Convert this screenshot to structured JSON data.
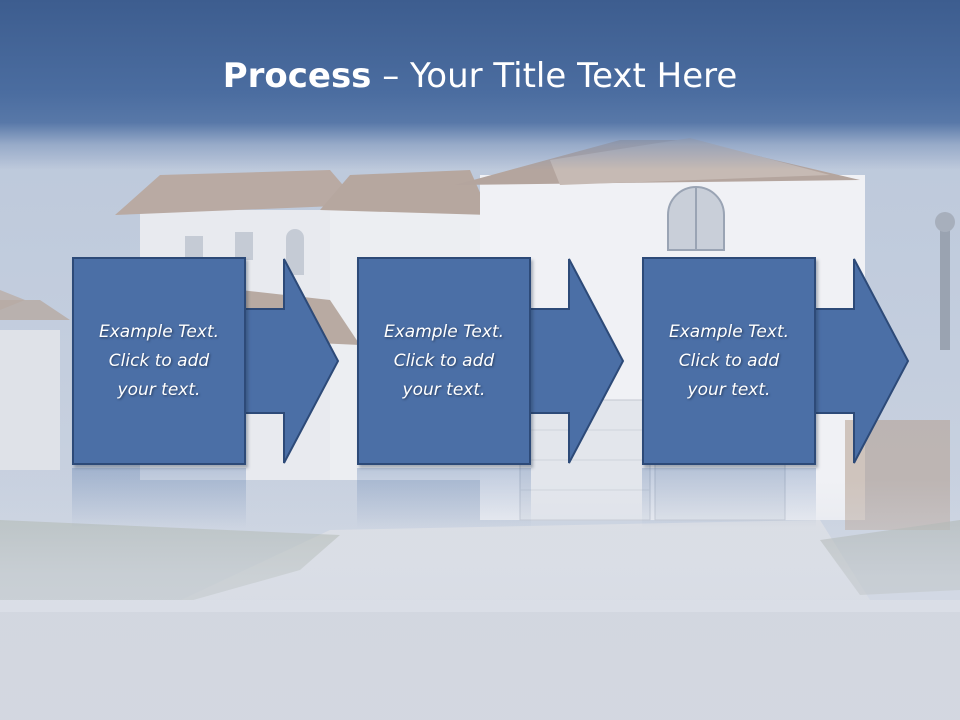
{
  "slide": {
    "title_bold": "Process",
    "title_rest": " – Your Title Text Here",
    "steps": [
      {
        "text": "Example Text.\nClick  to add\nyour text."
      },
      {
        "text": "Example Text.\nClick  to add\nyour text."
      },
      {
        "text": "Example Text.\nClick  to add\nyour text."
      }
    ]
  },
  "colors": {
    "header": "#3d5d8f",
    "box_fill": "#4b6fa6",
    "box_border": "#2d4a78",
    "title_text": "#ffffff"
  }
}
